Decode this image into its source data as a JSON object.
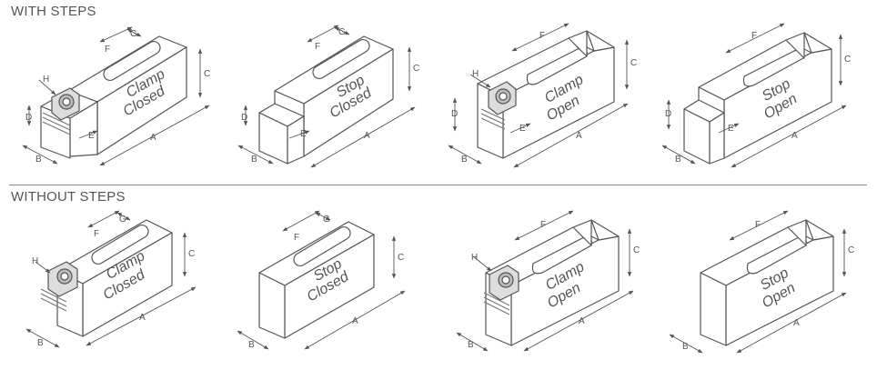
{
  "sections": {
    "with_steps": "WITH STEPS",
    "without_steps": "WITHOUT STEPS"
  },
  "dims": {
    "A": "A",
    "B": "B",
    "C": "C",
    "D": "D",
    "E": "E",
    "F": "F",
    "G": "G",
    "H": "H"
  },
  "figures": [
    {
      "line1": "Clamp",
      "line2": "Closed"
    },
    {
      "line1": "Stop",
      "line2": "Closed"
    },
    {
      "line1": "Clamp",
      "line2": "Open"
    },
    {
      "line1": "Stop",
      "line2": "Open"
    },
    {
      "line1": "Clamp",
      "line2": "Closed"
    },
    {
      "line1": "Stop",
      "line2": "Closed"
    },
    {
      "line1": "Clamp",
      "line2": "Open"
    },
    {
      "line1": "Stop",
      "line2": "Open"
    }
  ],
  "colors": {
    "line": "#555555",
    "fill": "#ffffff",
    "accent": "#c8c8c8"
  }
}
